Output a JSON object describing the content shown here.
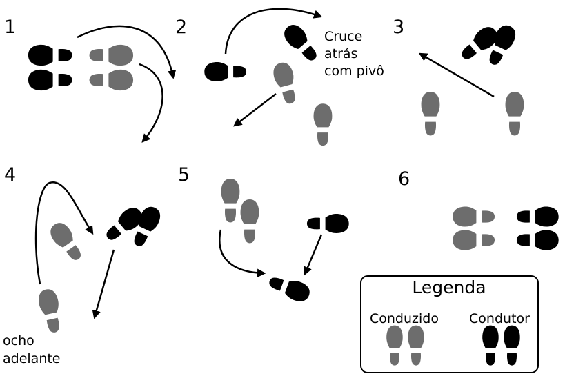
{
  "panels": [
    {
      "number": "1"
    },
    {
      "number": "2",
      "note_lines": [
        "Cruce",
        "atrás",
        "com pivô"
      ]
    },
    {
      "number": "3"
    },
    {
      "number": "4",
      "note_lines": [
        "ocho",
        "adelante"
      ]
    },
    {
      "number": "5"
    },
    {
      "number": "6"
    }
  ],
  "legend": {
    "title": "Legenda",
    "items": [
      {
        "label": "Conduzido",
        "color": "#6d6d6d"
      },
      {
        "label": "Condutor",
        "color": "#000000"
      }
    ]
  },
  "colors": {
    "follower": "#6d6d6d",
    "leader": "#000000",
    "arrow": "#000000",
    "background": "#ffffff"
  }
}
